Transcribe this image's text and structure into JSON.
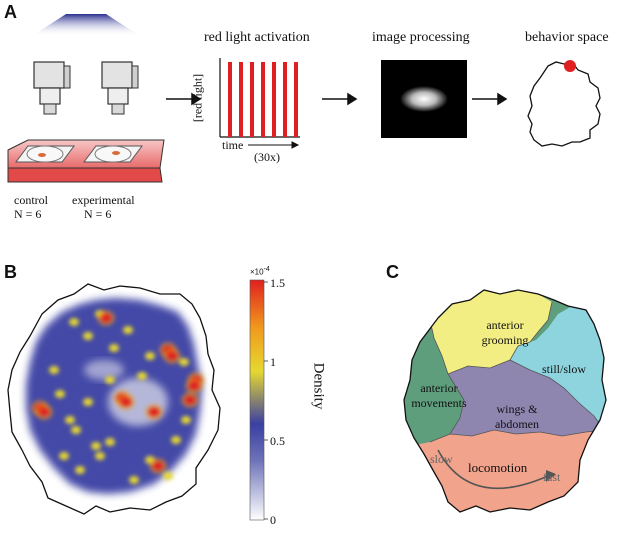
{
  "panels": {
    "a": {
      "letter": "A",
      "control_label": "control",
      "control_n": "N = 6",
      "experimental_label": "experimental",
      "experimental_n": "N = 6",
      "step1_title": "red light activation",
      "ylabel": "[red light]",
      "xlabel": "time",
      "repeat": "(30x)",
      "step2_title": "image processing",
      "step3_title": "behavior space",
      "pulse_count": 7
    },
    "b": {
      "letter": "B",
      "colorbar_exponent": "×10",
      "colorbar_exponent_power": "-4",
      "colorbar_ticks": [
        "1.5",
        "1",
        "0.5",
        "0"
      ],
      "colorbar_label": "Density",
      "colors": [
        "#ffffff",
        "#3a3fa3",
        "#e6d830",
        "#e02020"
      ]
    },
    "c": {
      "letter": "C",
      "regions": {
        "anterior_grooming": "anterior grooming",
        "still_slow": "still/slow",
        "anterior_movements": "anterior movements",
        "wings_abdomen": "wings & abdomen",
        "locomotion": "locomotion"
      },
      "slow_label": "slow",
      "fast_label": "fast",
      "colors": {
        "anterior_grooming": "#f3ee83",
        "still_slow": "#8ed4de",
        "anterior_movements": "#5f9e7d",
        "wings_abdomen": "#8f86b0",
        "locomotion": "#f2a38c"
      }
    }
  }
}
